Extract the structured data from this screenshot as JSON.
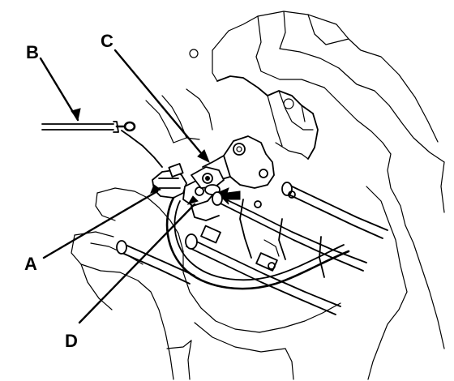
{
  "figure": {
    "callouts": {
      "a": "A",
      "b": "B",
      "c": "C",
      "d": "D"
    },
    "line_color": "#000000",
    "background_color": "#ffffff"
  }
}
